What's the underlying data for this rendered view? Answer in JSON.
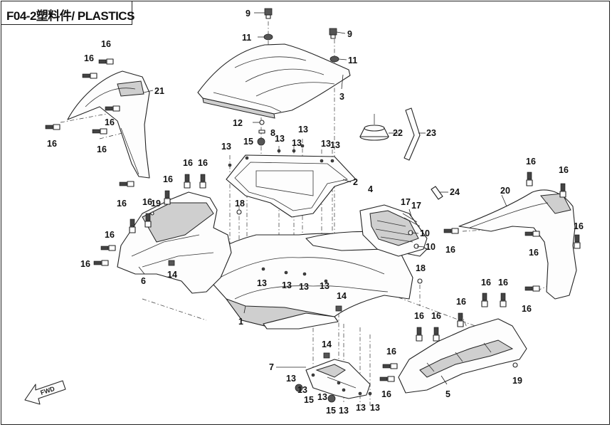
{
  "title": "F04-2塑料件/ PLASTICS",
  "fwd_label": "FWD",
  "callouts": [
    {
      "id": "c9a",
      "label": "9"
    },
    {
      "id": "c11a",
      "label": "11"
    },
    {
      "id": "c9b",
      "label": "9"
    },
    {
      "id": "c11b",
      "label": "11"
    },
    {
      "id": "c3",
      "label": "3"
    },
    {
      "id": "c21",
      "label": "21"
    },
    {
      "id": "c16a",
      "label": "16"
    },
    {
      "id": "c16b",
      "label": "16"
    },
    {
      "id": "c16c",
      "label": "16"
    },
    {
      "id": "c16d",
      "label": "16"
    },
    {
      "id": "c16e",
      "label": "16"
    },
    {
      "id": "c12",
      "label": "12"
    },
    {
      "id": "c8",
      "label": "8"
    },
    {
      "id": "c15a",
      "label": "15"
    },
    {
      "id": "c13a",
      "label": "13"
    },
    {
      "id": "c13b",
      "label": "13"
    },
    {
      "id": "c13c",
      "label": "13"
    },
    {
      "id": "c13d",
      "label": "13"
    },
    {
      "id": "c13e",
      "label": "13"
    },
    {
      "id": "c13f",
      "label": "13"
    },
    {
      "id": "c22",
      "label": "22"
    },
    {
      "id": "c23",
      "label": "23"
    },
    {
      "id": "c2",
      "label": "2"
    },
    {
      "id": "c16f",
      "label": "16"
    },
    {
      "id": "c16g",
      "label": "16"
    },
    {
      "id": "c16h",
      "label": "16"
    },
    {
      "id": "c16i",
      "label": "16"
    },
    {
      "id": "c16j",
      "label": "16"
    },
    {
      "id": "c19a",
      "label": "19"
    },
    {
      "id": "c18a",
      "label": "18"
    },
    {
      "id": "c4",
      "label": "4"
    },
    {
      "id": "c17a",
      "label": "17"
    },
    {
      "id": "c17b",
      "label": "17"
    },
    {
      "id": "c10a",
      "label": "10"
    },
    {
      "id": "c10b",
      "label": "10"
    },
    {
      "id": "c24",
      "label": "24"
    },
    {
      "id": "c20",
      "label": "20"
    },
    {
      "id": "c16k",
      "label": "16"
    },
    {
      "id": "c16l",
      "label": "16"
    },
    {
      "id": "c16m",
      "label": "16"
    },
    {
      "id": "c16n",
      "label": "16"
    },
    {
      "id": "c16o",
      "label": "16"
    },
    {
      "id": "c16p",
      "label": "16"
    },
    {
      "id": "c16q",
      "label": "16"
    },
    {
      "id": "c6",
      "label": "6"
    },
    {
      "id": "c14a",
      "label": "14"
    },
    {
      "id": "c13g",
      "label": "13"
    },
    {
      "id": "c13h",
      "label": "13"
    },
    {
      "id": "c13i",
      "label": "13"
    },
    {
      "id": "c13j",
      "label": "13"
    },
    {
      "id": "c1",
      "label": "1"
    },
    {
      "id": "c18b",
      "label": "18"
    },
    {
      "id": "c14b",
      "label": "14"
    },
    {
      "id": "c16r",
      "label": "16"
    },
    {
      "id": "c16s",
      "label": "16"
    },
    {
      "id": "c16t",
      "label": "16"
    },
    {
      "id": "c16u",
      "label": "16"
    },
    {
      "id": "c16v",
      "label": "16"
    },
    {
      "id": "c14c",
      "label": "14"
    },
    {
      "id": "c7",
      "label": "7"
    },
    {
      "id": "c13k",
      "label": "13"
    },
    {
      "id": "c13l",
      "label": "13"
    },
    {
      "id": "c13m",
      "label": "13"
    },
    {
      "id": "c13n",
      "label": "13"
    },
    {
      "id": "c13o",
      "label": "13"
    },
    {
      "id": "c13p",
      "label": "13"
    },
    {
      "id": "c15b",
      "label": "15"
    },
    {
      "id": "c15c",
      "label": "15"
    },
    {
      "id": "c16w",
      "label": "16"
    },
    {
      "id": "c16x",
      "label": "16"
    },
    {
      "id": "c5",
      "label": "5"
    },
    {
      "id": "c19b",
      "label": "19"
    },
    {
      "id": "c16y",
      "label": "16"
    }
  ]
}
